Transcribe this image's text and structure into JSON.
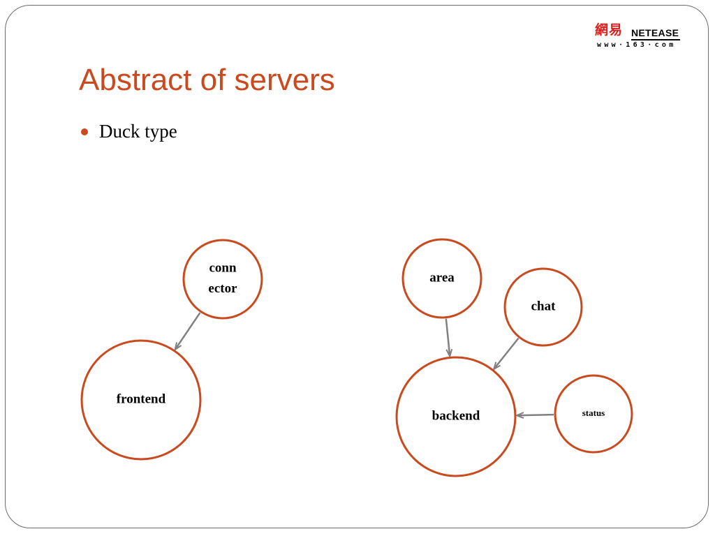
{
  "logo": {
    "cn": "網易",
    "en": "NETEASE",
    "url": "www·163·com"
  },
  "title": "Abstract of servers",
  "bullets": [
    "Duck type"
  ],
  "diagram": {
    "nodes": [
      {
        "id": "connector",
        "lines": [
          "conn",
          "ector"
        ]
      },
      {
        "id": "frontend",
        "lines": [
          "frontend"
        ]
      },
      {
        "id": "area",
        "lines": [
          "area"
        ]
      },
      {
        "id": "chat",
        "lines": [
          "chat"
        ]
      },
      {
        "id": "backend",
        "lines": [
          "backend"
        ]
      },
      {
        "id": "status",
        "lines": [
          "status"
        ]
      }
    ],
    "edges": [
      {
        "from": "connector",
        "to": "frontend"
      },
      {
        "from": "area",
        "to": "backend"
      },
      {
        "from": "chat",
        "to": "backend"
      },
      {
        "from": "status",
        "to": "backend"
      }
    ],
    "colors": {
      "node_stroke": "#c94a1f",
      "edge": "#808080",
      "accent": "#c94a1f"
    }
  }
}
